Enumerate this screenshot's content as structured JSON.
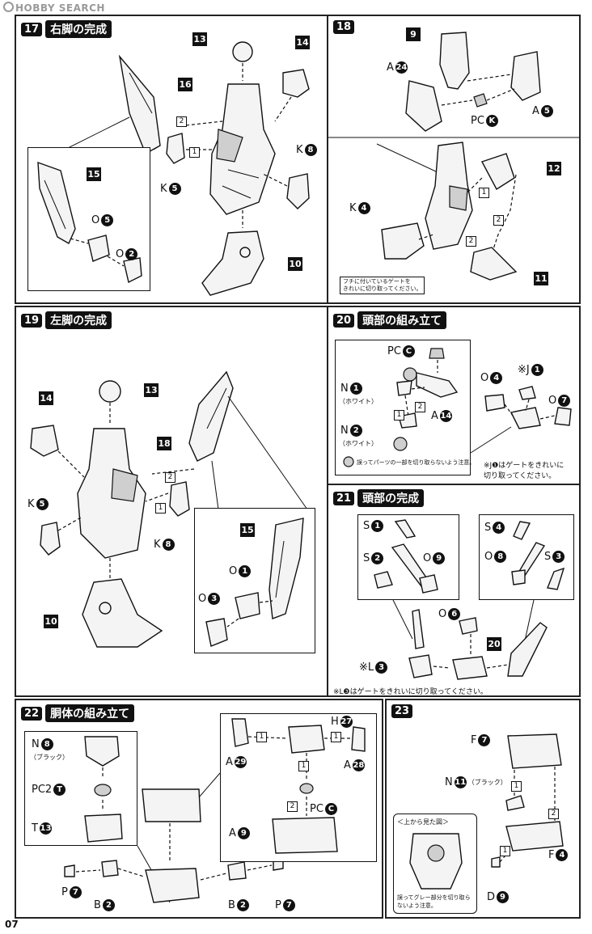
{
  "watermark": "HOBBY SEARCH",
  "page_number": "07",
  "steps": {
    "s17": {
      "num": "17",
      "title": "右脚の完成",
      "parts": {
        "p13": "13",
        "p14": "14",
        "p16": "16",
        "p15": "15",
        "p10": "10"
      },
      "labels": {
        "k8": {
          "l": "K",
          "n": "8"
        },
        "k5": {
          "l": "K",
          "n": "5"
        },
        "o5": {
          "l": "O",
          "n": "5"
        },
        "o2": {
          "l": "O",
          "n": "2"
        }
      },
      "steps": [
        "1",
        "2"
      ]
    },
    "s18": {
      "num": "18",
      "parts": {
        "p9": "9",
        "p12": "12",
        "p11": "11"
      },
      "labels": {
        "a24": {
          "l": "A",
          "n": "24"
        },
        "a5": {
          "l": "A",
          "n": "5"
        },
        "pck": {
          "l": "PC",
          "n": "K"
        },
        "k4": {
          "l": "K",
          "n": "4"
        }
      },
      "steps": [
        "1",
        "2",
        "2"
      ],
      "note": "フチに付いているゲートを\nきれいに切り取ってください。"
    },
    "s19": {
      "num": "19",
      "title": "左脚の完成",
      "parts": {
        "p14": "14",
        "p13": "13",
        "p18": "18",
        "p15": "15",
        "p10": "10"
      },
      "labels": {
        "k5": {
          "l": "K",
          "n": "5"
        },
        "k8": {
          "l": "K",
          "n": "8"
        },
        "o1": {
          "l": "O",
          "n": "1"
        },
        "o3": {
          "l": "O",
          "n": "3"
        }
      },
      "steps": [
        "1",
        "2"
      ]
    },
    "s20": {
      "num": "20",
      "title": "頭部の組み立て",
      "labels": {
        "pcc": {
          "l": "PC",
          "n": "C"
        },
        "n1": {
          "l": "N",
          "n": "1"
        },
        "n2": {
          "l": "N",
          "n": "2"
        },
        "a14": {
          "l": "A",
          "n": "14"
        },
        "o4": {
          "l": "O",
          "n": "4"
        },
        "j1": {
          "l": "※J",
          "n": "1"
        },
        "o7": {
          "l": "O",
          "n": "7"
        }
      },
      "white": "（ホワイト）",
      "steps": [
        "1",
        "2"
      ],
      "warn": "誤ってパーツの一部を切り取らないよう注意。",
      "note": "※J❶はゲートをきれいに\n切り取ってください。"
    },
    "s21": {
      "num": "21",
      "title": "頭部の完成",
      "labels": {
        "s1": {
          "l": "S",
          "n": "1"
        },
        "s2": {
          "l": "S",
          "n": "2"
        },
        "o9": {
          "l": "O",
          "n": "9"
        },
        "s4": {
          "l": "S",
          "n": "4"
        },
        "o8": {
          "l": "O",
          "n": "8"
        },
        "s3": {
          "l": "S",
          "n": "3"
        },
        "o6": {
          "l": "O",
          "n": "6"
        },
        "l3": {
          "l": "※L",
          "n": "3"
        }
      },
      "part20": "20",
      "note": "※L❸はゲートをきれいに切り取ってください。"
    },
    "s22": {
      "num": "22",
      "title": "胴体の組み立て",
      "labels": {
        "n8": {
          "l": "N",
          "n": "8"
        },
        "pc2t": {
          "l": "PC2",
          "n": "T"
        },
        "t13": {
          "l": "T",
          "n": "13"
        },
        "p7a": {
          "l": "P",
          "n": "7"
        },
        "b2a": {
          "l": "B",
          "n": "2"
        },
        "b2b": {
          "l": "B",
          "n": "2"
        },
        "p7b": {
          "l": "P",
          "n": "7"
        },
        "h27": {
          "l": "H",
          "n": "27"
        },
        "a29": {
          "l": "A",
          "n": "29"
        },
        "a28": {
          "l": "A",
          "n": "28"
        },
        "pcc": {
          "l": "PC",
          "n": "C"
        },
        "a9": {
          "l": "A",
          "n": "9"
        }
      },
      "black": "（ブラック）",
      "steps": [
        "1",
        "1",
        "1",
        "2"
      ]
    },
    "s23": {
      "num": "23",
      "labels": {
        "f7": {
          "l": "F",
          "n": "7"
        },
        "n11": {
          "l": "N",
          "n": "11"
        },
        "f4": {
          "l": "F",
          "n": "4"
        },
        "d9": {
          "l": "D",
          "n": "9"
        }
      },
      "black": "（ブラック）",
      "topview": "＜上から見た図＞",
      "warn": "誤ってグレー部分を切り取らないよう注意。",
      "steps": [
        "1",
        "1",
        "2"
      ]
    }
  }
}
